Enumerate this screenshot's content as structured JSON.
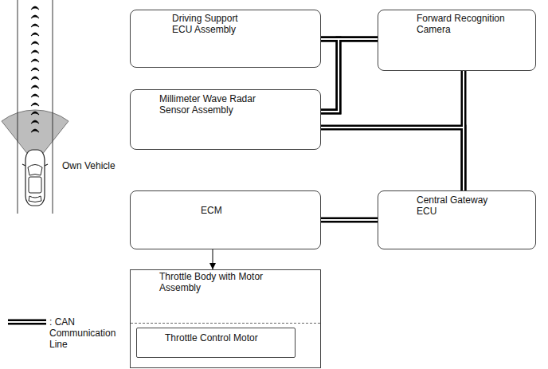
{
  "diagram": {
    "nodes": [
      {
        "text": [
          "Driving Support ECU Assembly"
        ]
      },
      {
        "text": [
          "Forward Recognition Camera"
        ]
      },
      {
        "text": [
          "Millimeter Wave Radar Sensor Assembly"
        ]
      },
      {
        "text": [
          "ECM"
        ]
      },
      {
        "text": [
          "Central Gateway ECU"
        ]
      },
      {
        "text": [
          "Throttle Body with Motor Assembly"
        ]
      },
      {
        "text": [
          "Throttle Control Motor"
        ],
        "in": 5
      }
    ],
    "edges": [
      {
        "from": 0,
        "to": 1,
        "arrow": "none"
      },
      {
        "from": 2,
        "to": 0,
        "arrow": "none"
      },
      {
        "from": 2,
        "to": 1,
        "arrow": "none"
      },
      {
        "from": 1,
        "to": 4,
        "arrow": "none"
      },
      {
        "from": 2,
        "to": 4,
        "arrow": "none"
      },
      {
        "from": 3,
        "to": 4,
        "arrow": "none"
      },
      {
        "from": 3,
        "to": 5,
        "arrow": "to"
      }
    ],
    "labels": [
      "Own Vehicle"
    ],
    "legend": [
      {
        "text": ": CAN Communication Line"
      }
    ]
  }
}
